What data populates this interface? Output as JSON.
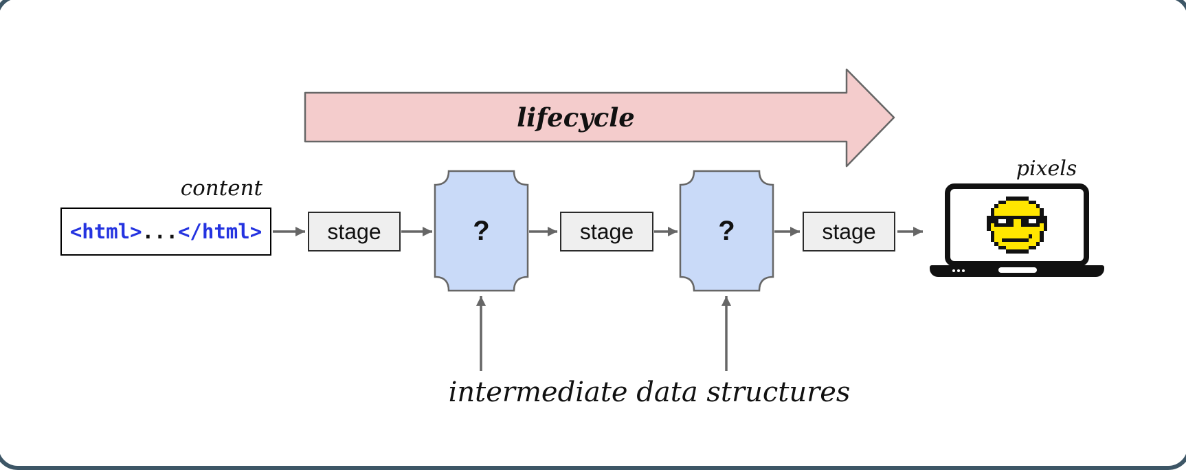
{
  "diagram": {
    "lifecycle_arrow": {
      "label": "lifecycle"
    },
    "content_label": "content",
    "pixels_label": "pixels",
    "intermediate_label": "intermediate data structures",
    "content_box": {
      "open_tag": "<html>",
      "dots": "...",
      "close_tag": "</html>"
    },
    "stages": [
      {
        "label": "stage"
      },
      {
        "label": "stage"
      },
      {
        "label": "stage"
      }
    ],
    "unknowns": [
      {
        "label": "?"
      },
      {
        "label": "?"
      }
    ],
    "icons": [
      {
        "name": "laptop-icon"
      },
      {
        "name": "cool-smiley-pixel-art-icon"
      }
    ],
    "colors": {
      "lifecycle_fill": "#f4cccc",
      "unknown_fill": "#c9daf8",
      "stage_fill": "#efefef",
      "arrow_stroke": "#666666",
      "code_blue": "#2433e0",
      "smiley_yellow": "#ffe600",
      "border_dark": "#3d5666"
    }
  }
}
